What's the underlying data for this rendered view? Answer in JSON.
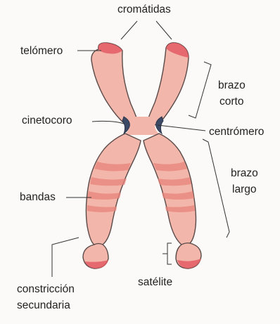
{
  "labels": {
    "chromatids": "cromátidas",
    "telomere": "telómero",
    "short_arm_line1": "brazo",
    "short_arm_line2": "corto",
    "kinetochore": "cinetocoro",
    "centromere": "centrómero",
    "long_arm_line1": "brazo",
    "long_arm_line2": "largo",
    "bands": "bandas",
    "satellite": "satélite",
    "secondary_constriction_line1": "constricción",
    "secondary_constriction_line2": "secundaria"
  },
  "colors": {
    "chromosome_fill": "#f3b6ab",
    "chromosome_outline": "#5a4a48",
    "band_color": "#e9847a",
    "telomere_color": "#e25c63",
    "kinetochore_color": "#3d4a66",
    "leader_line": "#333333"
  }
}
